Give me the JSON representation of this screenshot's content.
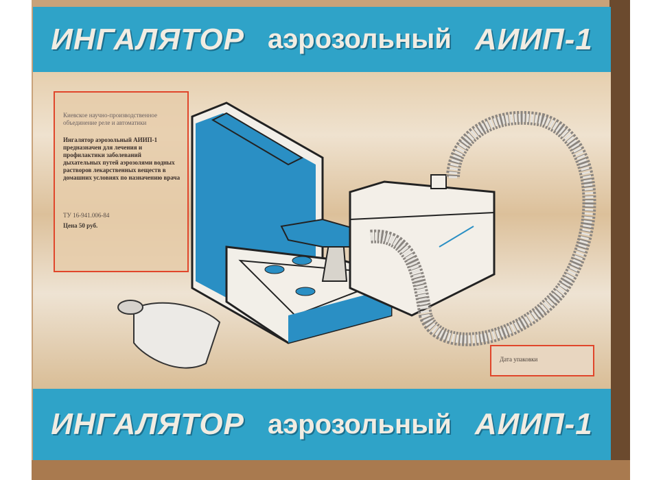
{
  "header": {
    "title_word1": "ИНГАЛЯТОР",
    "title_word2": "аэрозольный",
    "title_word3": "АИИП-1"
  },
  "footer": {
    "title_word1": "ИНГАЛЯТОР",
    "title_word2": "аэрозольный",
    "title_word3": "АИИП-1"
  },
  "label": {
    "organization": "Киевское научно-производственное объединение реле и автоматики",
    "description": "Ингалятор аэрозольный АИИП-1 предназначен для лечения и профилактики заболеваний дыхательных путей аэрозолями водных растворов лекарственных веществ в домашних условиях по назначению врача",
    "spec": "ТУ 16-941.006-84",
    "price": "Цена 50 руб."
  },
  "date_box": {
    "label": "Дата упаковки"
  },
  "colors": {
    "band": "#2fa3c8",
    "accent_border": "#e0452a",
    "card": "#c8a27a"
  }
}
